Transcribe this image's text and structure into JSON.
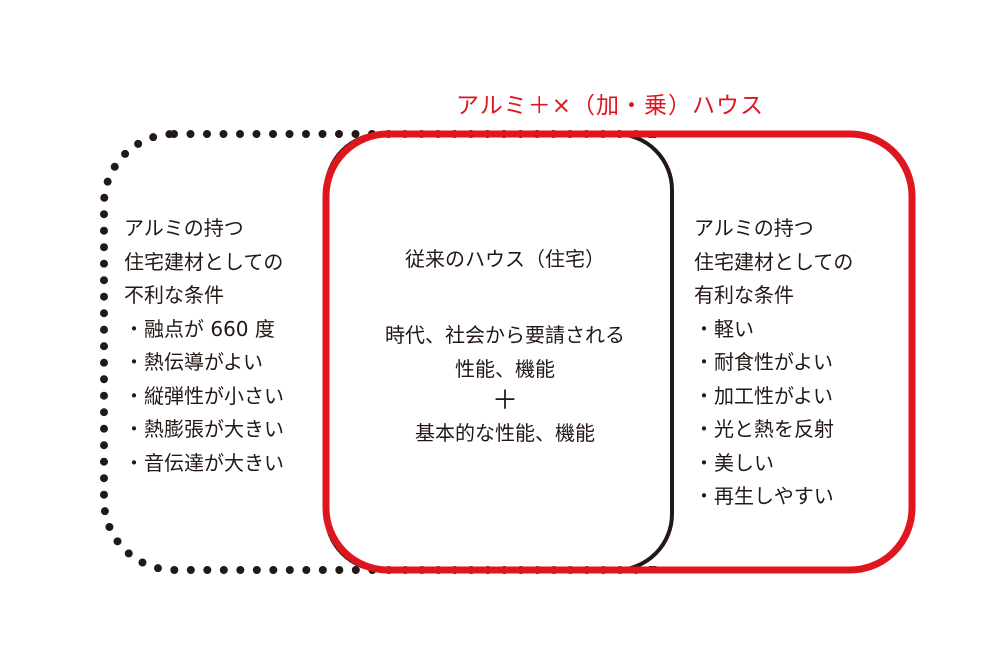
{
  "title": "アルミ＋×（加・乗）ハウス",
  "colors": {
    "accent_red": "#e0161f",
    "ink": "#231815",
    "background": "#ffffff"
  },
  "left_box": {
    "style": "dotted",
    "heading": [
      "アルミの持つ",
      "住宅建材としての",
      "不利な条件"
    ],
    "items": [
      "・融点が 660 度",
      "・熱伝導がよい",
      "・縦弾性が小さい",
      "・熱膨張が大きい",
      "・音伝達が大きい"
    ]
  },
  "center_box": {
    "style": "solid-black",
    "heading": "従来のハウス（住宅）",
    "lines": [
      "時代、社会から要請される",
      "性能、機能",
      "＋",
      "基本的な性能、機能"
    ]
  },
  "right_box": {
    "style": "solid-red",
    "heading": [
      "アルミの持つ",
      "住宅建材としての",
      "有利な条件"
    ],
    "items": [
      "・軽い",
      "・耐食性がよい",
      "・加工性がよい",
      "・光と熱を反射",
      "・美しい",
      "・再生しやすい"
    ]
  }
}
